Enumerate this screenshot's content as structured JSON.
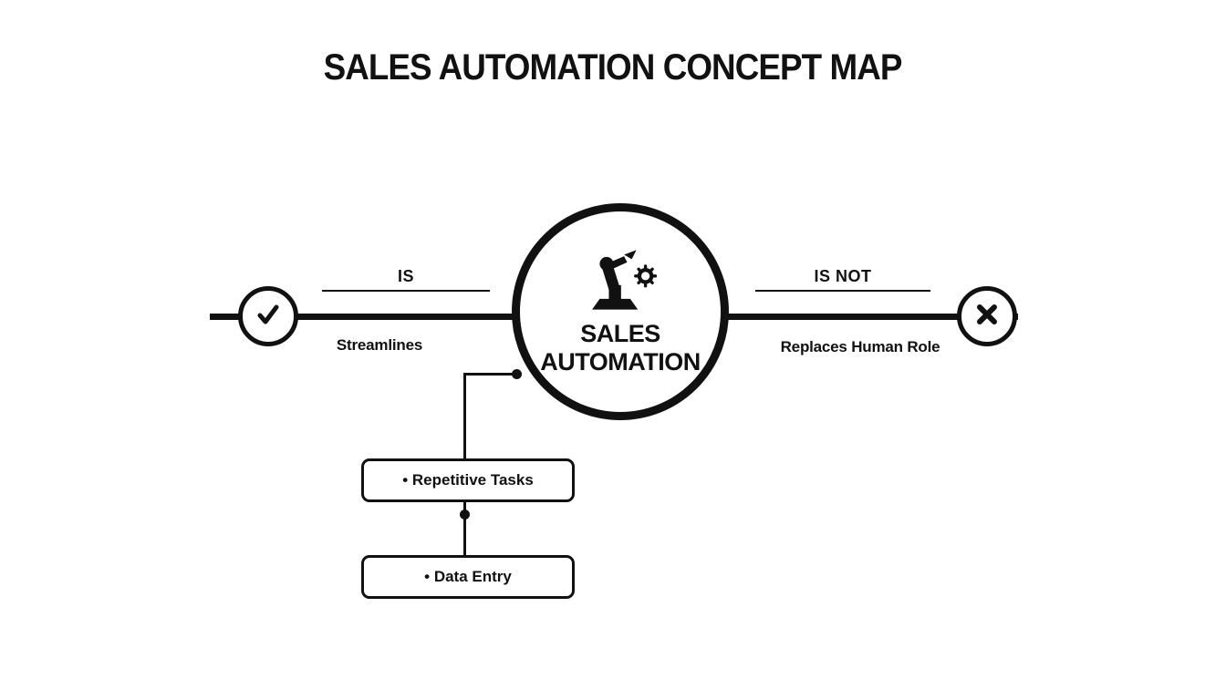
{
  "title": "SALES AUTOMATION CONCEPT MAP",
  "colors": {
    "ink": "#111111",
    "background": "#ffffff"
  },
  "center_node": {
    "line1": "SALES",
    "line2": "AUTOMATION",
    "icon": "robot-arm-with-gear"
  },
  "left_branch": {
    "relation_label": "IS",
    "value": "Streamlines",
    "terminal_icon": "check-icon"
  },
  "right_branch": {
    "relation_label": "IS NOT",
    "value": "Replaces Human Role",
    "terminal_icon": "cross-icon"
  },
  "child_nodes": [
    {
      "label": "• Repetitive Tasks"
    },
    {
      "label": "• Data Entry"
    }
  ]
}
